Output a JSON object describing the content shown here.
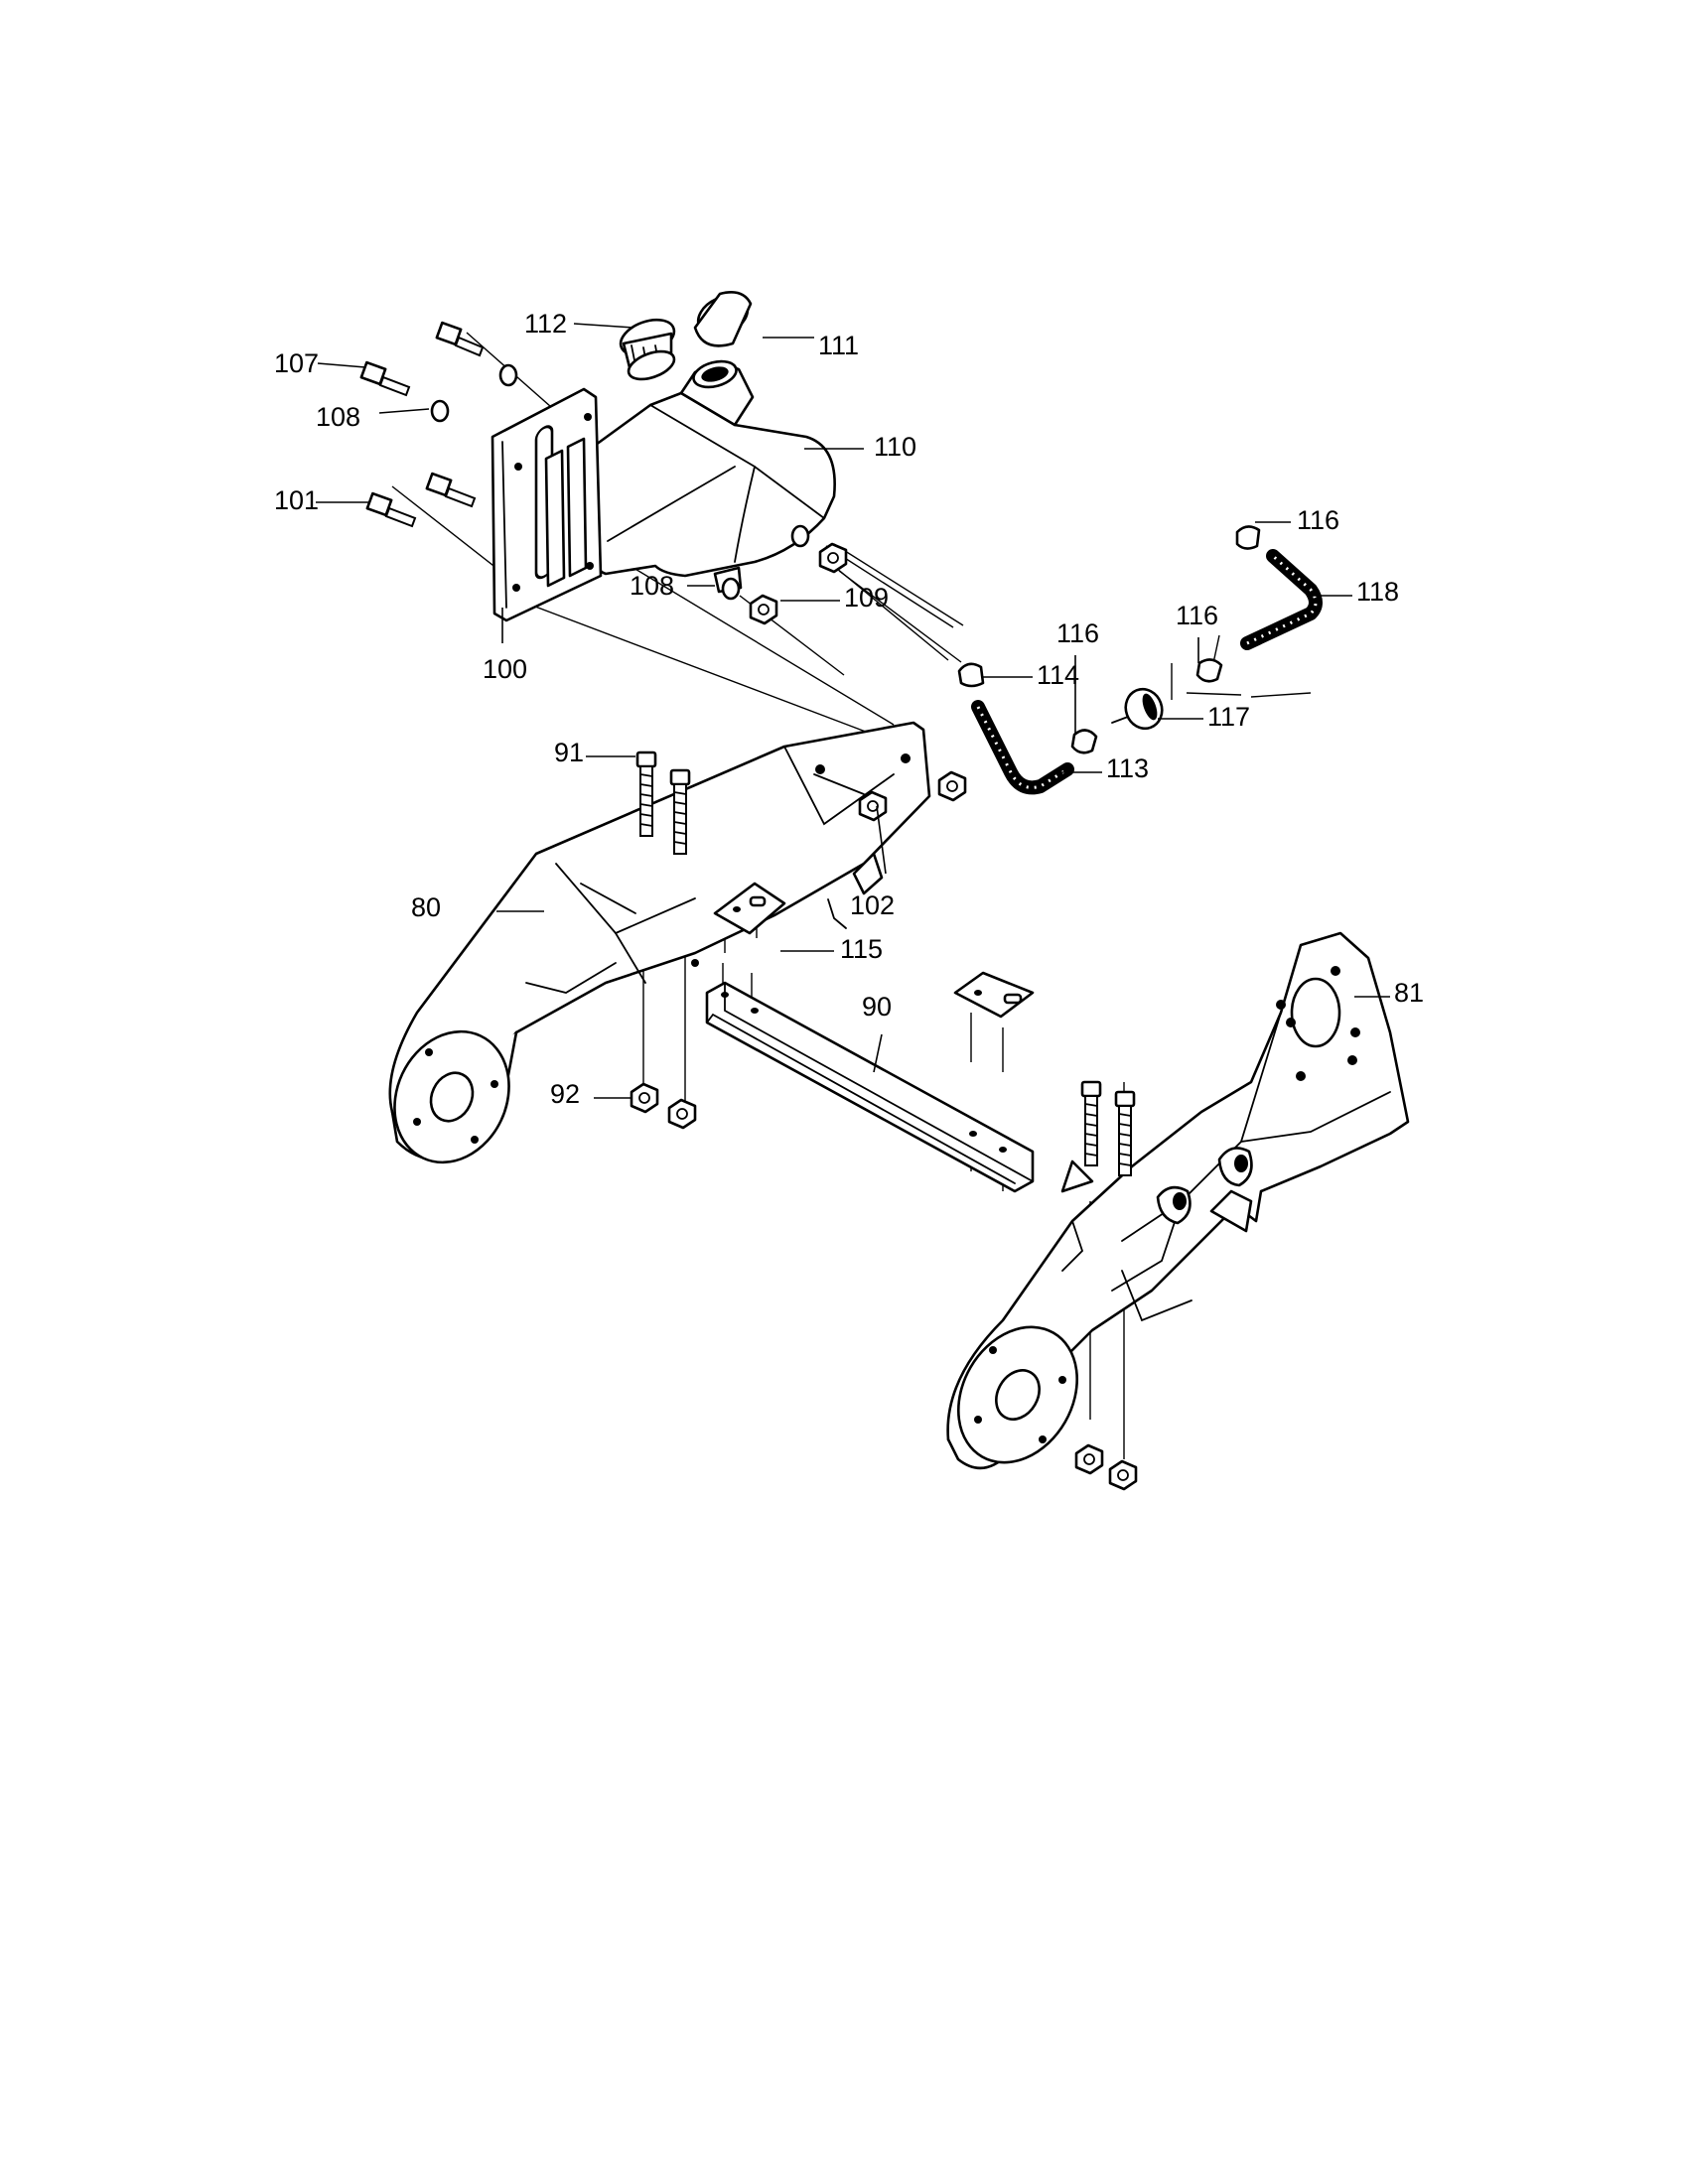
{
  "callouts": {
    "c112": "112",
    "c111": "111",
    "c107": "107",
    "c108a": "108",
    "c110": "110",
    "c101": "101",
    "c108b": "108",
    "c109": "109",
    "c100": "100",
    "c116a": "116",
    "c118": "118",
    "c116b": "116",
    "c116c": "116",
    "c114": "114",
    "c117": "117",
    "c113": "113",
    "c91": "91",
    "c102": "102",
    "c80": "80",
    "c115": "115",
    "c90": "90",
    "c81": "81",
    "c92": "92"
  }
}
